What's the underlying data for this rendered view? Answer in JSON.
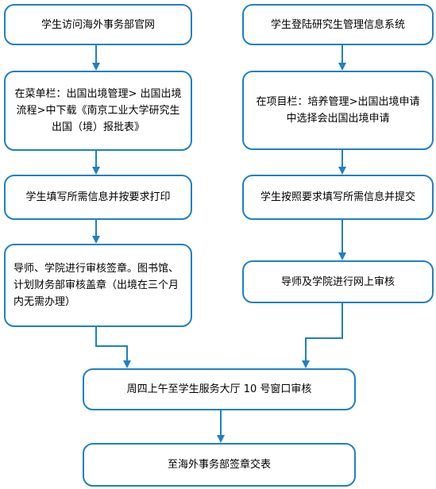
{
  "colors": {
    "border": "#1f80c4",
    "arrow": "#1f80c4",
    "text": "#000000"
  },
  "nodes": {
    "visit_site": "学生访问海外事务部官网",
    "menu_download": "在菜单栏：出国出境管理> 出国出境流程>中下载《南京工业大学研究生出国（境）报批表》",
    "fill_print": "学生填写所需信息并按要求打印",
    "offline_review": "导师、学院进行审核签章。图书馆、计划财务部审核盖章（出境在三个月内无需办理）",
    "login_system": "学生登陆研究生管理信息系统",
    "project_apply": "在项目栏：培养管理>出国出境申请中选择会出国出境申请",
    "fill_submit": "学生按照要求填写所需信息并提交",
    "online_review": "导师及学院进行网上审核",
    "window_review": "周四上午至学生服务大厅 10 号窗口审核",
    "final_stamp": "至海外事务部签章交表"
  }
}
